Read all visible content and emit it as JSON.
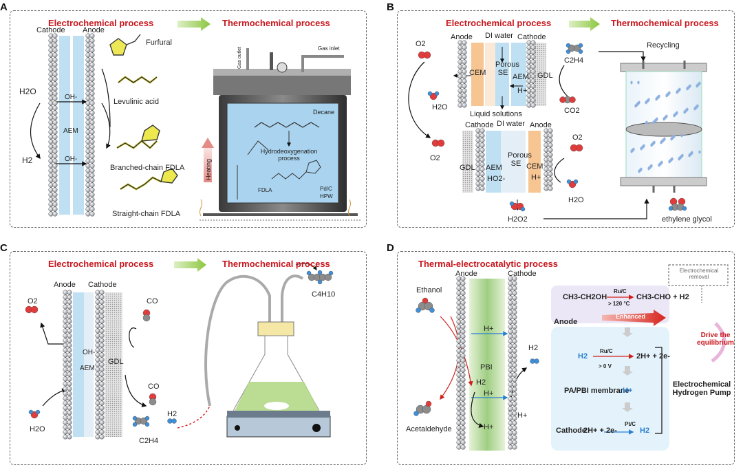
{
  "panels": {
    "A": {
      "label": "A",
      "title_left": "Electrochemical process",
      "title_right": "Thermochemical process",
      "cathode": "Cathode",
      "anode": "Anode",
      "h2o": "H2O",
      "h2": "H2",
      "oh1": "OH-",
      "oh2": "OH-",
      "aem": "AEM",
      "furfural": "Furfural",
      "levulinic": "Levulinic acid",
      "branched": "Branched-chain FDLA",
      "straight": "Straight-chain FDLA",
      "gas_outlet": "Gas outlet",
      "gas_inlet": "Gas inlet",
      "decane": "Decane",
      "hdo": "Hydrodeoxygenation process",
      "fdla": "FDLA",
      "catalyst1": "Pd/C",
      "catalyst2": "HPW",
      "heating": "Heating"
    },
    "B": {
      "label": "B",
      "title_left": "Electrochemical process",
      "title_right": "Thermochemical process",
      "top_anode": "Anode",
      "top_di": "DI water",
      "top_cathode": "Cathode",
      "o2_top": "O2",
      "cem_top": "CEM",
      "porous_top": "Porous SE",
      "aem_top": "AEM",
      "h_top": "H+",
      "gdl_top": "GDL",
      "c2h4": "C2H4",
      "co2": "CO2",
      "h2o_top": "H2O",
      "liquid": "Liquid solutions",
      "recycling": "Recycling",
      "bot_cathode": "Cathode",
      "bot_di": "DI water",
      "bot_anode": "Anode",
      "o2_left": "O2",
      "gdl_bot": "GDL",
      "aem_bot": "AEM",
      "porous_bot": "Porous SE",
      "cem_bot": "CEM",
      "ho2": "HO2-",
      "h_bot": "H+",
      "o2_right": "O2",
      "h2o_bot": "H2O",
      "h2o2": "H2O2",
      "eg": "ethylene glycol"
    },
    "C": {
      "label": "C",
      "title_left": "Electrochemical process",
      "title_right": "Thermochemical process",
      "anode": "Anode",
      "cathode": "Cathode",
      "o2": "O2",
      "co_top": "CO",
      "oh": "OH-",
      "gdl": "GDL",
      "aem": "AEM",
      "co_bot": "CO",
      "h2": "H2",
      "h2o": "H2O",
      "c2h4": "C2H4",
      "c4h10": "C4H10"
    },
    "D": {
      "label": "D",
      "title": "Thermal-electrocatalytic process",
      "anode": "Anode",
      "cathode": "Cathode",
      "ethanol": "Ethanol",
      "acetaldehyde": "Acetaldehyde",
      "hplus1": "H+",
      "hplus2": "H+",
      "hplus3": "H+",
      "hplus4": "H+",
      "pbi": "PBI",
      "h2_mid": "H2",
      "h2_out": "H2",
      "ec_removal": "Electrochemical removal",
      "anode_row": "Anode",
      "rxn1_left": "CH3-CH2OH",
      "rxn1_cat": "Ru/C",
      "rxn1_cond": "> 120 °C",
      "rxn1_right": "CH3-CHO + H2",
      "enhanced": "Enhanced",
      "drive": "Drive the equilibrium",
      "rxn2_left": "H2",
      "rxn2_cat": "Ru/C",
      "rxn2_cond": "> 0 V",
      "rxn2_right": "2H+ + 2e-",
      "membrane": "PA/PBI  membrane",
      "membrane_h": "H+",
      "pump": "Electrochemical Hydrogen Pump",
      "cathode_row": "Cathode",
      "rxn3_left": "2H+ + 2e-",
      "rxn3_cat": "Pt/C",
      "rxn3_right": "H2"
    }
  },
  "colors": {
    "title_red": "#c8161d",
    "membrane_blue": "#bfe0f3",
    "cem_orange": "#f7c592",
    "arrow_green": "#8cc63f",
    "molecule_yellow": "#e8e84a",
    "liquid_blue": "#cfe5f2",
    "flask_green": "#b4d887",
    "pbi_green": "#a6d18a"
  }
}
